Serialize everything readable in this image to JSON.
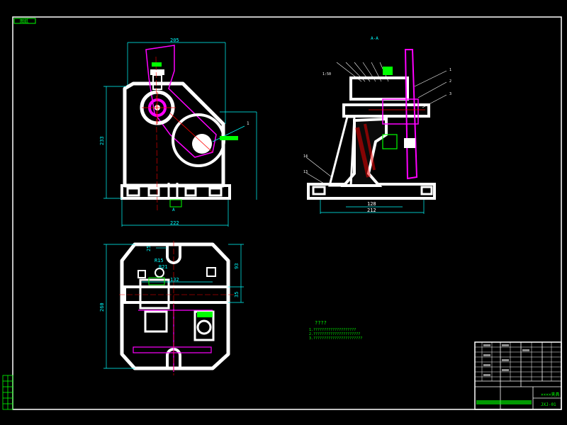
{
  "frame": {
    "tag": "图纸"
  },
  "dimensions": {
    "front_width_top": "205",
    "front_height": "233",
    "front_width_bottom": "222",
    "front_label_a": "A",
    "side_label_aa": "A-A",
    "side_inner": "128",
    "side_outer": "212",
    "plan_height": "260",
    "plan_r15": "R15",
    "plan_r21": "R21",
    "plan_132": "132",
    "plan_93": "93",
    "plan_35": "35",
    "plan_25": "25"
  },
  "callouts": {
    "front_1": "1",
    "side_14": "14",
    "side_13": "13",
    "scale": "1:50",
    "side_right_a": "1",
    "side_right_b": "2",
    "side_right_c": "3"
  },
  "notes": {
    "title": "????",
    "line1": "1.????????????????????",
    "line2": "2.??????????????????????",
    "line3": "3.???????????????????????"
  },
  "titleblock": {
    "name": "××××夹具",
    "code": "JXJ-01"
  },
  "colors": {
    "outline": "#ffffff",
    "dimension": "#00ffff",
    "part": "#ff00ff",
    "annotation": "#00ff00",
    "hidden": "#ff0000"
  }
}
